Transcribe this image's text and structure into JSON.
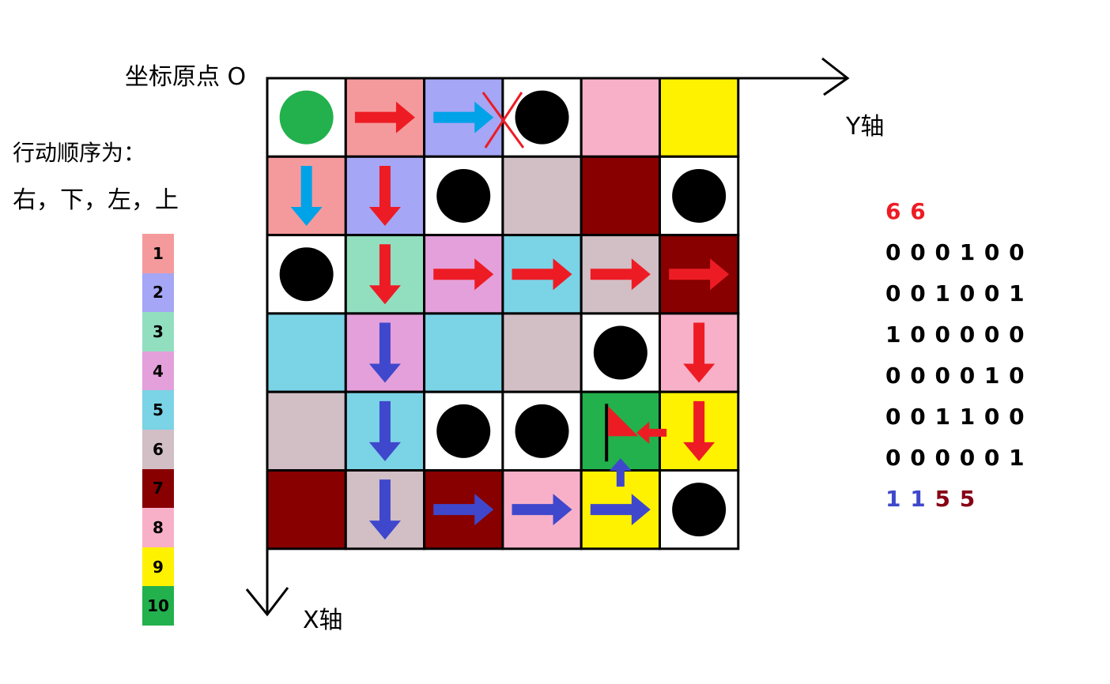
{
  "labels": {
    "origin": "坐标原点 O",
    "x_axis": "X轴",
    "y_axis": "Y轴",
    "order_title": "行动顺序为：",
    "order_sequence": "右，下，左，上"
  },
  "palette": {
    "w": "#ffffff",
    "1": "#f59a9c",
    "2": "#a5a6f5",
    "3": "#92dfc0",
    "4": "#e4a0db",
    "5": "#7bd3e6",
    "6": "#d2bec5",
    "7": "#880000",
    "8": "#f8b0c9",
    "9": "#fff200",
    "10": "#22b14c"
  },
  "arrow_colors": {
    "red": "#ed1c24",
    "cyan": "#00a2e8",
    "blue": "#3f48cc"
  },
  "legend": [
    {
      "label": "1",
      "color": "#f59a9c"
    },
    {
      "label": "2",
      "color": "#a5a6f5"
    },
    {
      "label": "3",
      "color": "#92dfc0"
    },
    {
      "label": "4",
      "color": "#e4a0db"
    },
    {
      "label": "5",
      "color": "#7bd3e6"
    },
    {
      "label": "6",
      "color": "#d2bec5"
    },
    {
      "label": "7",
      "color": "#880000"
    },
    {
      "label": "8",
      "color": "#f8b0c9"
    },
    {
      "label": "9",
      "color": "#fff200"
    },
    {
      "label": "10",
      "color": "#22b14c"
    }
  ],
  "grid": {
    "cells": [
      [
        "w",
        "1",
        "2",
        "w",
        "8",
        "9"
      ],
      [
        "1",
        "2",
        "w",
        "6",
        "7",
        "w"
      ],
      [
        "w",
        "3",
        "4",
        "5",
        "6",
        "7"
      ],
      [
        "5",
        "4",
        "5",
        "6",
        "w",
        "8"
      ],
      [
        "6",
        "5",
        "w",
        "w",
        "10",
        "9"
      ],
      [
        "7",
        "6",
        "7",
        "8",
        "9",
        "w"
      ]
    ],
    "obstacles": [
      [
        0,
        3
      ],
      [
        1,
        2
      ],
      [
        1,
        5
      ],
      [
        2,
        0
      ],
      [
        3,
        4
      ],
      [
        4,
        2
      ],
      [
        4,
        3
      ],
      [
        5,
        5
      ]
    ],
    "start": [
      0,
      0
    ],
    "goal": [
      4,
      4
    ],
    "crossed": [
      0,
      3
    ],
    "arrows": [
      {
        "row": 0,
        "col": 1,
        "dir": "right",
        "color": "red"
      },
      {
        "row": 0,
        "col": 2,
        "dir": "right",
        "color": "cyan"
      },
      {
        "row": 1,
        "col": 0,
        "dir": "down",
        "color": "cyan"
      },
      {
        "row": 1,
        "col": 1,
        "dir": "down",
        "color": "red"
      },
      {
        "row": 2,
        "col": 1,
        "dir": "down",
        "color": "red"
      },
      {
        "row": 2,
        "col": 2,
        "dir": "right",
        "color": "red"
      },
      {
        "row": 2,
        "col": 3,
        "dir": "right",
        "color": "red"
      },
      {
        "row": 2,
        "col": 4,
        "dir": "right",
        "color": "red"
      },
      {
        "row": 2,
        "col": 5,
        "dir": "right",
        "color": "red"
      },
      {
        "row": 3,
        "col": 1,
        "dir": "down",
        "color": "blue"
      },
      {
        "row": 3,
        "col": 5,
        "dir": "down",
        "color": "red"
      },
      {
        "row": 4,
        "col": 1,
        "dir": "down",
        "color": "blue"
      },
      {
        "row": 4,
        "col": 5,
        "dir": "down",
        "color": "red"
      },
      {
        "row": 4,
        "col": 5,
        "dir": "left-small",
        "color": "red"
      },
      {
        "row": 5,
        "col": 1,
        "dir": "down",
        "color": "blue"
      },
      {
        "row": 5,
        "col": 2,
        "dir": "right",
        "color": "blue"
      },
      {
        "row": 5,
        "col": 3,
        "dir": "right",
        "color": "blue"
      },
      {
        "row": 5,
        "col": 4,
        "dir": "right",
        "color": "blue"
      },
      {
        "row": 5,
        "col": 4,
        "dir": "up-small",
        "color": "blue"
      }
    ]
  },
  "matrix": {
    "header": {
      "text": "6 6",
      "color": "#ed1c24"
    },
    "rows": [
      "0 0 0 1 0 0",
      "0 0 1 0 0 1",
      "1 0 0 0 0 0",
      "0 0 0 0 1 0",
      "0 0 1 1 0 0",
      "0 0 0 0 0 1"
    ],
    "footer": [
      {
        "text": "1 1",
        "color": "#3f48cc"
      },
      {
        "text": "5 5",
        "color": "#880015"
      }
    ]
  }
}
